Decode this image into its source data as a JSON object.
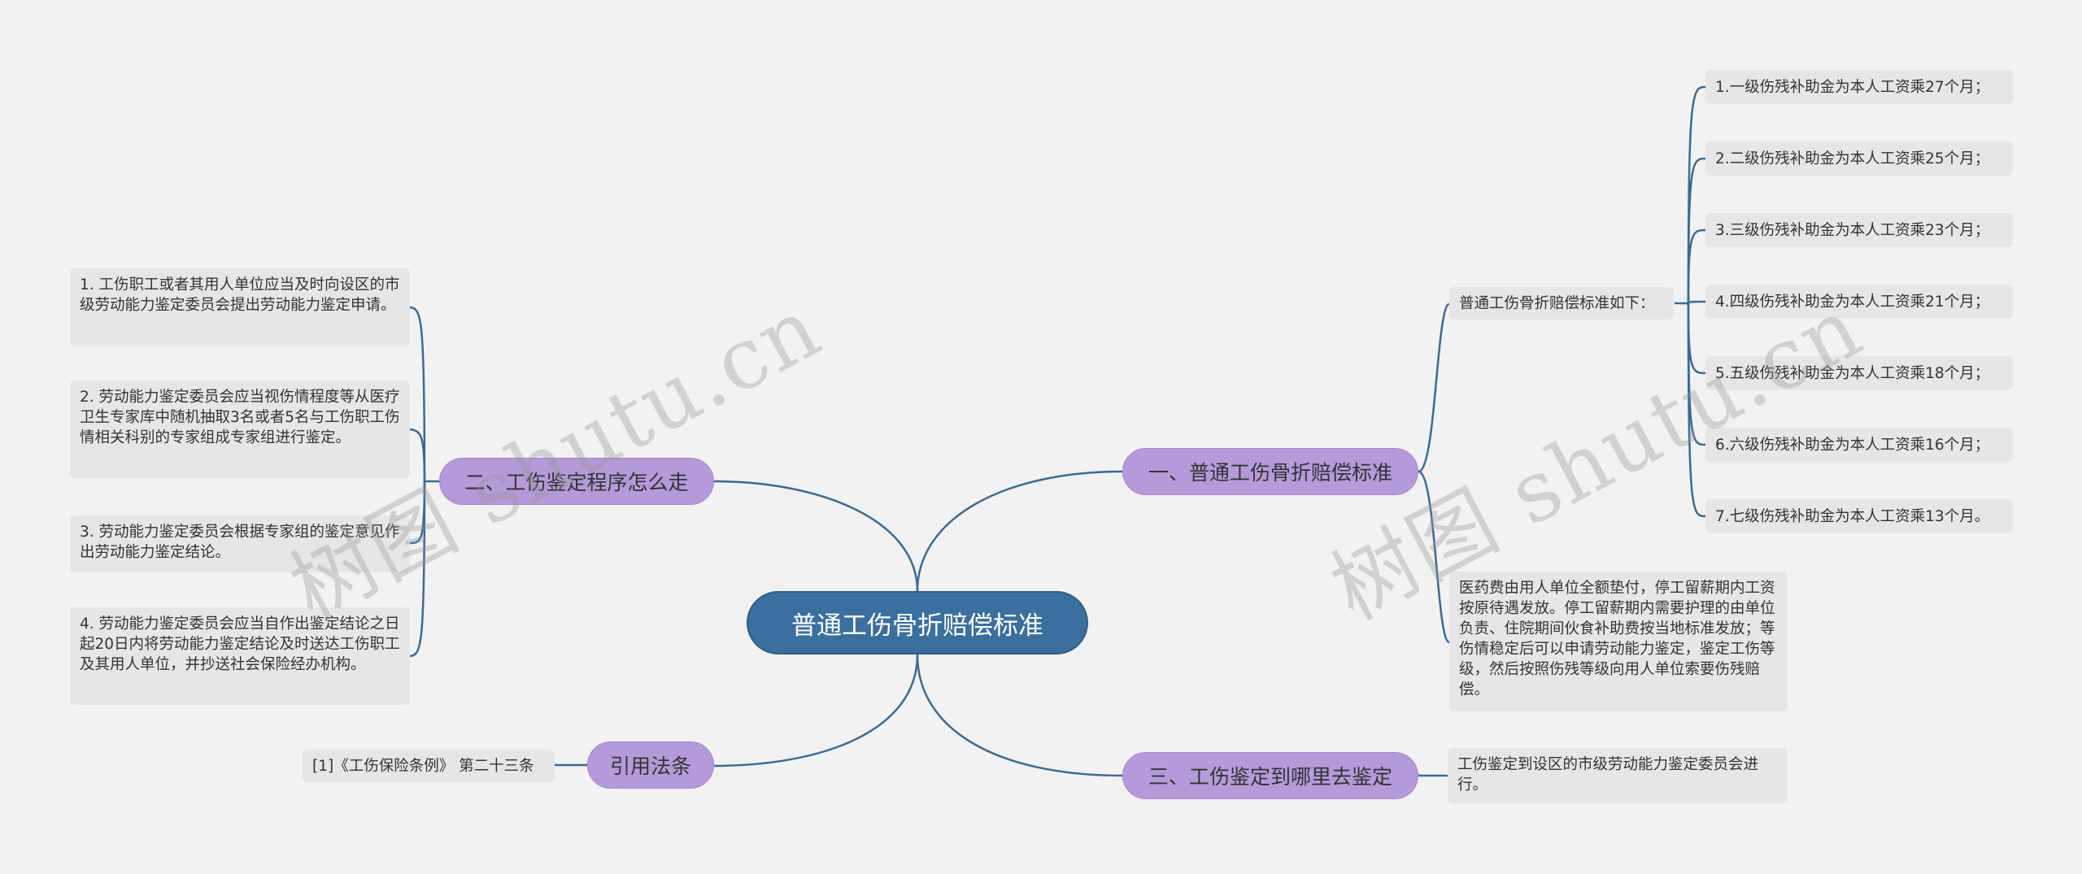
{
  "root": {
    "label": "普通工伤骨折赔偿标准"
  },
  "branches": {
    "standard": {
      "label": "一、普通工伤骨折赔偿标准",
      "intro": "普通工伤骨折赔偿标准如下：",
      "grades": [
        "1.一级伤残补助金为本人工资乘27个月；",
        "2.二级伤残补助金为本人工资乘25个月；",
        "3.三级伤残补助金为本人工资乘23个月；",
        "4.四级伤残补助金为本人工资乘21个月；",
        "5.五级伤残补助金为本人工资乘18个月；",
        "6.六级伤残补助金为本人工资乘16个月；",
        "7.七级伤残补助金为本人工资乘13个月。"
      ],
      "medical": "医药费由用人单位全额垫付，停工留薪期内工资按原待遇发放。停工留薪期内需要护理的由单位负责、住院期间伙食补助费按当地标准发放；等伤情稳定后可以申请劳动能力鉴定，鉴定工伤等级，然后按照伤残等级向用人单位索要伤残赔偿。"
    },
    "procedure": {
      "label": "二、工伤鉴定程序怎么走",
      "steps": [
        "1. 工伤职工或者其用人单位应当及时向设区的市级劳动能力鉴定委员会提出劳动能力鉴定申请。",
        "2. 劳动能力鉴定委员会应当视伤情程度等从医疗卫生专家库中随机抽取3名或者5名与工伤职工伤情相关科别的专家组成专家组进行鉴定。",
        "3. 劳动能力鉴定委员会根据专家组的鉴定意见作出劳动能力鉴定结论。",
        "4. 劳动能力鉴定委员会应当自作出鉴定结论之日起20日内将劳动能力鉴定结论及时送达工伤职工及其用人单位，并抄送社会保险经办机构。"
      ]
    },
    "where": {
      "label": "三、工伤鉴定到哪里去鉴定",
      "text": "工伤鉴定到设区的市级劳动能力鉴定委员会进行。"
    },
    "law": {
      "label": "引用法条",
      "text": "[1]《工伤保险条例》 第二十三条"
    }
  },
  "watermark": "树图 shutu.cn",
  "colors": {
    "background": "#f2f2f2",
    "root_fill": "#3a6f9e",
    "branch_fill": "#b59ada",
    "leaf_fill": "#e6e6e6",
    "line": "#3d6a93"
  }
}
